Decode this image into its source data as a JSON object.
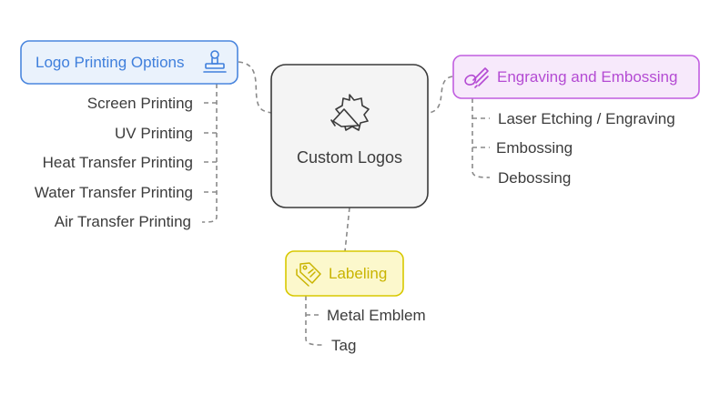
{
  "center": {
    "label": "Custom Logos"
  },
  "branches": {
    "logo_printing": {
      "title": "Logo Printing Options",
      "color": "#3f7fdc",
      "items": [
        "Screen Printing",
        "UV Printing",
        "Heat Transfer Printing",
        "Water Transfer Printing",
        "Air Transfer Printing"
      ]
    },
    "engraving": {
      "title": "Engraving and Embossing",
      "color": "#b44bd3",
      "items": [
        "Laser Etching / Engraving",
        "Embossing",
        "Debossing"
      ]
    },
    "labeling": {
      "title": "Labeling",
      "color": "#c9b400",
      "items": [
        "Metal Emblem",
        "Tag"
      ]
    }
  },
  "icons": {
    "center": "megaphone-badge-icon",
    "logo_printing": "stamp-icon",
    "engraving": "brush-icon",
    "labeling": "price-tag-icon"
  }
}
